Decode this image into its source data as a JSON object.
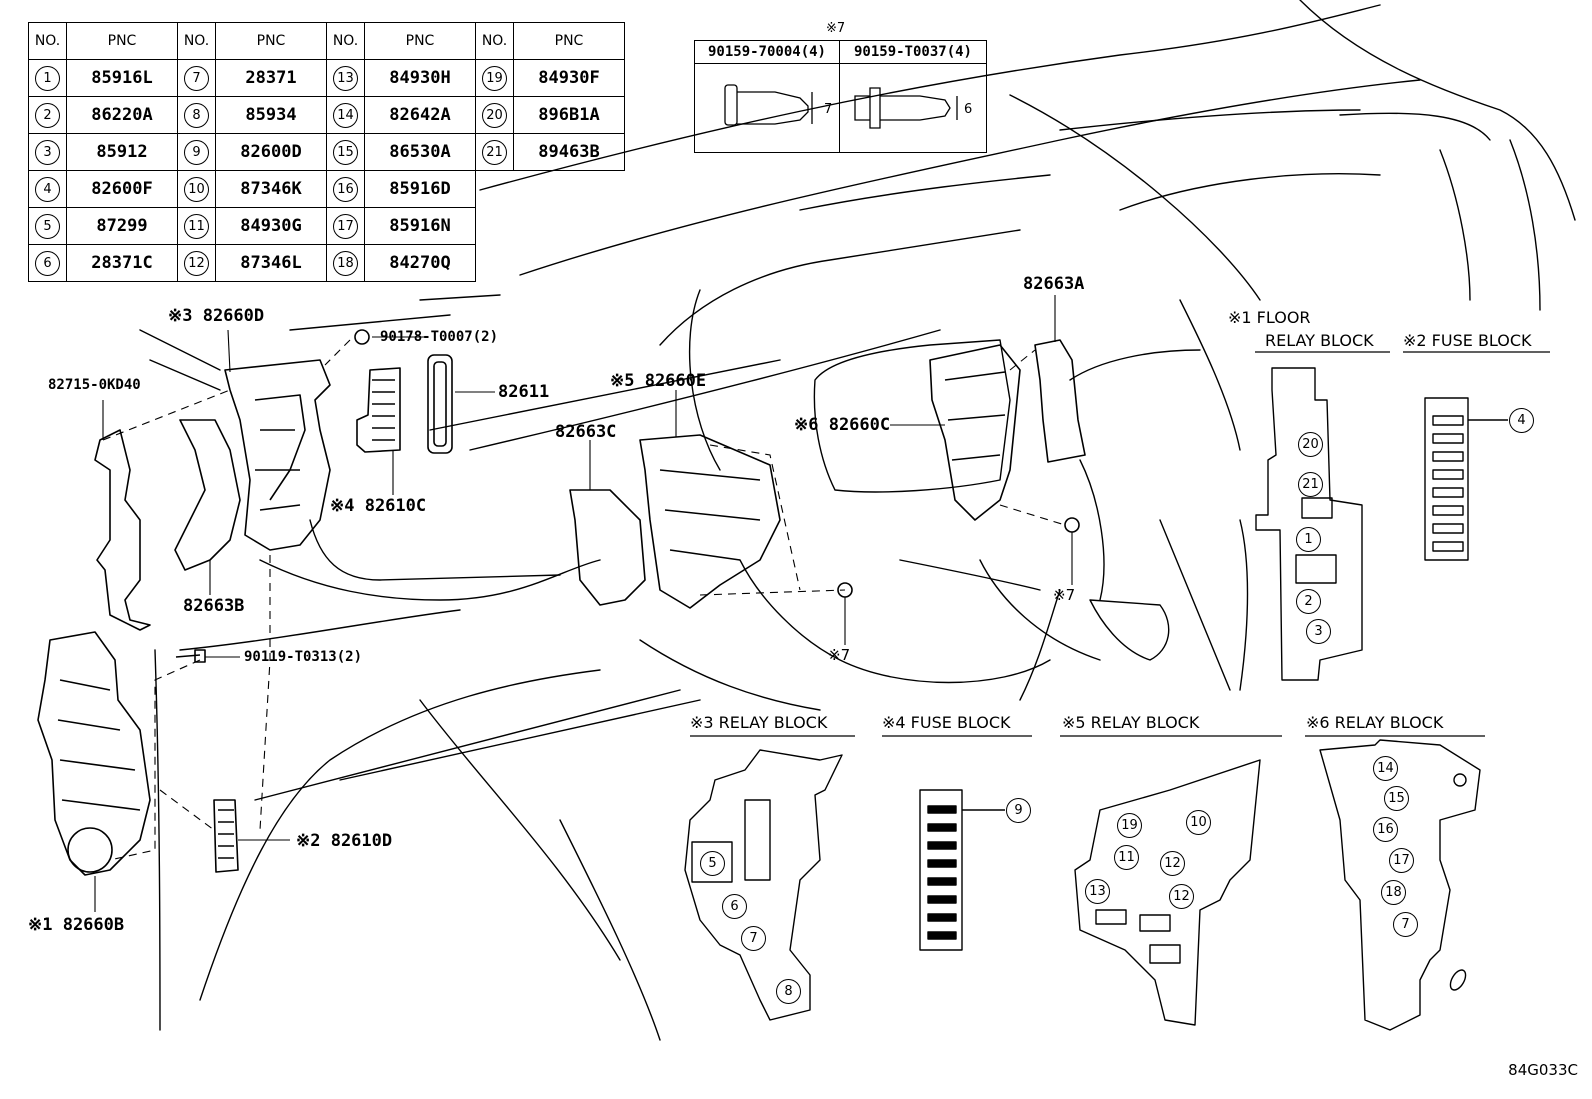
{
  "pnc_table": {
    "headers": [
      "NO.",
      "PNC",
      "NO.",
      "PNC",
      "NO.",
      "PNC",
      "NO.",
      "PNC"
    ],
    "rows": [
      [
        {
          "no": "1",
          "pnc": "85916L"
        },
        {
          "no": "7",
          "pnc": "28371"
        },
        {
          "no": "13",
          "pnc": "84930H"
        },
        {
          "no": "19",
          "pnc": "84930F"
        }
      ],
      [
        {
          "no": "2",
          "pnc": "86220A"
        },
        {
          "no": "8",
          "pnc": "85934"
        },
        {
          "no": "14",
          "pnc": "82642A"
        },
        {
          "no": "20",
          "pnc": "896B1A"
        }
      ],
      [
        {
          "no": "3",
          "pnc": "85912"
        },
        {
          "no": "9",
          "pnc": "82600D"
        },
        {
          "no": "15",
          "pnc": "86530A"
        },
        {
          "no": "21",
          "pnc": "89463B"
        }
      ],
      [
        {
          "no": "4",
          "pnc": "82600F"
        },
        {
          "no": "10",
          "pnc": "87346K"
        },
        {
          "no": "16",
          "pnc": "85916D"
        }
      ],
      [
        {
          "no": "5",
          "pnc": "87299"
        },
        {
          "no": "11",
          "pnc": "84930G"
        },
        {
          "no": "17",
          "pnc": "85916N"
        }
      ],
      [
        {
          "no": "6",
          "pnc": "28371C"
        },
        {
          "no": "12",
          "pnc": "87346L"
        },
        {
          "no": "18",
          "pnc": "84270Q"
        }
      ]
    ]
  },
  "bolt_table": {
    "note": "※7",
    "headers": [
      "90159-70004(4)",
      "90159-T0037(4)"
    ],
    "dims": [
      "7",
      "6"
    ]
  },
  "labels": {
    "p82660D": "※3 82660D",
    "p90178": "90178-T0007(2)",
    "p82715": "82715-0KD40",
    "p82611": "82611",
    "p82660E": "※5 82660E",
    "p82663C": "82663C",
    "p82610C": "※4 82610C",
    "p82663B": "82663B",
    "p90119": "90119-T0313(2)",
    "p82610D": "※2 82610D",
    "p82660B": "※1 82660B",
    "p82663A": "82663A",
    "p82660C": "※6 82660C",
    "n7a": "※7",
    "n7b": "※7"
  },
  "sections": {
    "floor_relay_1": "※1 FLOOR",
    "floor_relay_2": "RELAY BLOCK",
    "fuse_block_2": "※2 FUSE BLOCK",
    "relay_block_3": "※3 RELAY BLOCK",
    "fuse_block_4": "※4 FUSE BLOCK",
    "relay_block_5": "※5 RELAY BLOCK",
    "relay_block_6": "※6 RELAY BLOCK"
  },
  "callouts": {
    "floor": [
      "20",
      "21",
      "1",
      "2",
      "3"
    ],
    "fuse2": "4",
    "relay3": [
      "5",
      "6",
      "7",
      "8"
    ],
    "fuse4": "9",
    "relay5": [
      "19",
      "10",
      "11",
      "12",
      "13",
      "12"
    ],
    "relay6": [
      "14",
      "15",
      "16",
      "17",
      "18",
      "7"
    ]
  },
  "figure_code": "84G033C"
}
